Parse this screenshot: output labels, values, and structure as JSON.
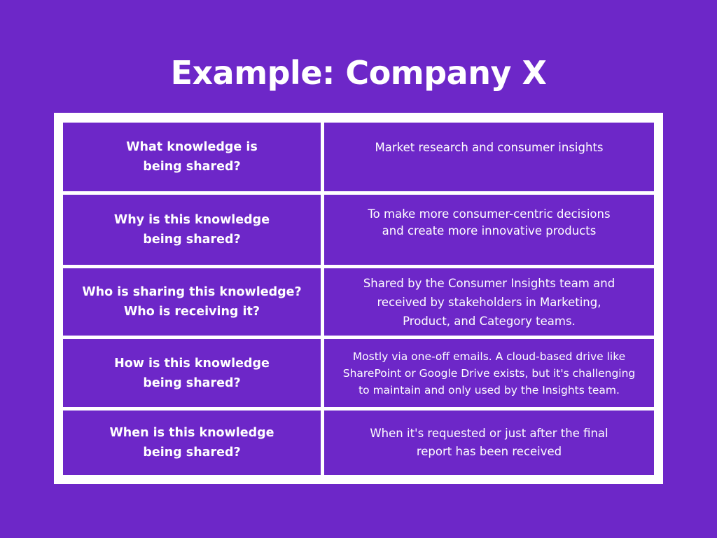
{
  "title": "Example: Company X",
  "colors": {
    "background": "#6D27C8",
    "table_border": "#FFFFFF",
    "text": "#FFFFFF"
  },
  "rows": [
    {
      "question": [
        "What knowledge is",
        "being shared?"
      ],
      "answer": [
        "Market research and consumer insights"
      ]
    },
    {
      "question": [
        "Why is this knowledge",
        "being shared?"
      ],
      "answer": [
        "To make more consumer-centric decisions",
        "and create more innovative products"
      ]
    },
    {
      "question": [
        "Who is sharing this knowledge?",
        "Who is receiving it?"
      ],
      "answer": [
        "Shared by the Consumer Insights team and",
        "received by stakeholders in Marketing,",
        "Product, and Category teams."
      ]
    },
    {
      "question": [
        "How is this knowledge",
        "being shared?"
      ],
      "answer": [
        "Mostly via one-off emails. A cloud-based drive like",
        "SharePoint or Google Drive exists, but it's challenging",
        "to maintain and only used by the Insights team."
      ]
    },
    {
      "question": [
        "When is this knowledge",
        "being shared?"
      ],
      "answer": [
        "When it's requested or just after the final",
        "report has been received"
      ]
    }
  ]
}
